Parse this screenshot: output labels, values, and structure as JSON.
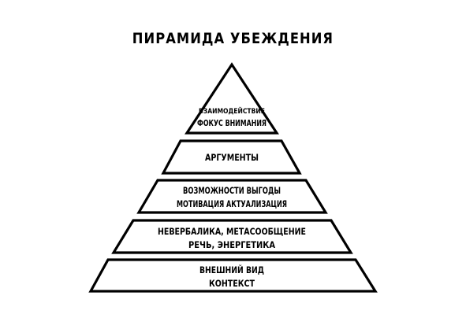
{
  "title": "ПИРАМИДА УБЕЖДЕНИЯ",
  "tiers": [
    {
      "lines": [
        "ВЗАИМОДЕЙСТВИЕ",
        "ФОКУС ВНИМАНИЯ"
      ]
    },
    {
      "lines": [
        "АРГУМЕНТЫ"
      ]
    },
    {
      "lines": [
        "ВОЗМОЖНОСТИ ВЫГОДЫ",
        "МОТИВАЦИЯ АКТУАЛИЗАЦИЯ"
      ]
    },
    {
      "lines": [
        "НЕВЕРБАЛИКА, МЕТАСООБЩЕНИЕ",
        "РЕЧЬ, ЭНЕРГЕТИКА"
      ]
    },
    {
      "lines": [
        "ВНЕШНИЙ ВИД",
        "КОНТЕКСТ"
      ]
    }
  ]
}
